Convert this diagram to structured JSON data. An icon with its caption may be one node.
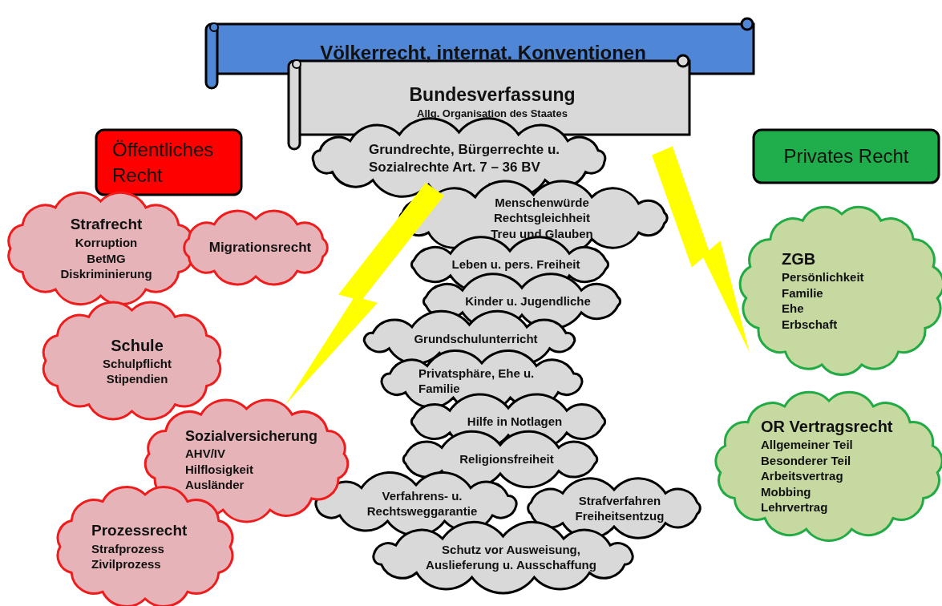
{
  "diagram": {
    "nodes": [
      {
        "text": [
          "Völkerrecht, internat. Konventionen"
        ]
      },
      {
        "text": [
          "Bundesverfassung",
          "Allg. Organisation des Staates"
        ]
      },
      {
        "text": [
          "Öffentliches Recht"
        ]
      },
      {
        "text": [
          "Privates Recht"
        ]
      },
      {
        "text": [
          "Grundrechte, Bürgerrechte u. Sozialrechte   Art. 7 – 36 BV"
        ]
      },
      {
        "text": [
          "Menschenwürde",
          "Rechtsgleichheit",
          "Treu und Glauben"
        ]
      },
      {
        "text": [
          "Leben u. pers. Freiheit"
        ]
      },
      {
        "text": [
          "Kinder u. Jugendliche"
        ]
      },
      {
        "text": [
          "Grundschulunterricht"
        ]
      },
      {
        "text": [
          "Privatsphäre, Ehe u. Familie"
        ]
      },
      {
        "text": [
          "Hilfe in Notlagen"
        ]
      },
      {
        "text": [
          "Religionsfreiheit"
        ]
      },
      {
        "text": [
          "Verfahrens- u. Rechtsweggarantie"
        ]
      },
      {
        "text": [
          "Strafverfahren",
          "Freiheitsentzug"
        ]
      },
      {
        "text": [
          "Schutz vor Ausweisung, Auslieferung u. Ausschaffung"
        ]
      },
      {
        "text": [
          "Strafrecht",
          "Korruption",
          "BetMG",
          "Diskriminierung"
        ]
      },
      {
        "text": [
          "Migrationsrecht"
        ]
      },
      {
        "text": [
          "Schule",
          "Schulpflicht",
          "Stipendien"
        ]
      },
      {
        "text": [
          "Sozialversicherung",
          "AHV/IV",
          "Hilflosigkeit",
          "Ausländer"
        ]
      },
      {
        "text": [
          "Prozessrecht",
          "Strafprozess",
          "Zivilprozess"
        ]
      },
      {
        "text": [
          "ZGB",
          "Persönlichkeit",
          "Familie",
          "Ehe",
          "Erbschaft"
        ]
      },
      {
        "text": [
          "OR Vertragsrecht",
          "Allgemeiner Teil",
          "Besonderer Teil",
          "Arbeitsvertrag",
          "Mobbing",
          "Lehrvertrag"
        ]
      }
    ],
    "edges": [
      {
        "from": 4,
        "to": 18,
        "arrow": "none"
      },
      {
        "from": 1,
        "to": 20,
        "arrow": "none"
      }
    ]
  }
}
